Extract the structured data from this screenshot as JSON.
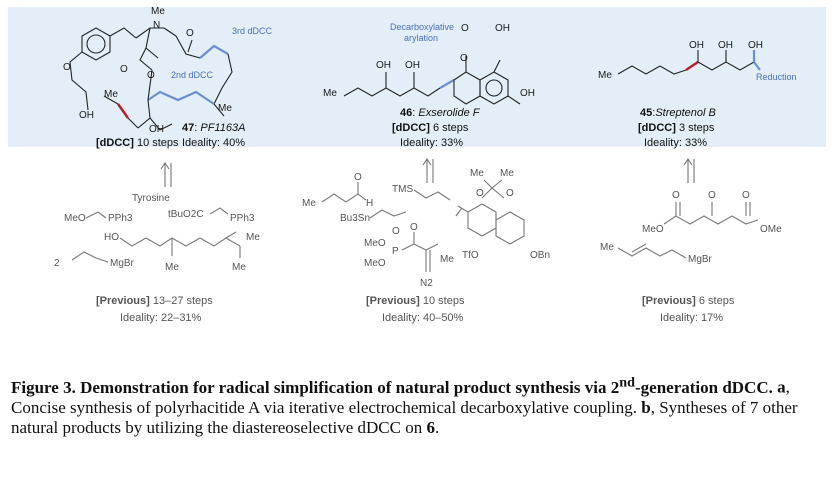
{
  "products": [
    {
      "number": "47",
      "name": "PF1163A",
      "steps_prefix": "[dDCC]",
      "steps_value": "10 steps",
      "ideality": "Ideality: 40%",
      "atoms": {
        "me_top": "Me",
        "n": "N",
        "o_amide": "O",
        "o_ring1": "O",
        "o_ring2": "O",
        "o_ether": "O",
        "oh_chain": "OH",
        "me_left": "Me",
        "oh_ring": "OH",
        "me_right": "Me",
        "dcc3": "3rd dDCC",
        "dcc2": "2nd dDCC"
      }
    },
    {
      "number": "46",
      "name": "Exserolide F",
      "steps_prefix": "[dDCC]",
      "steps_value": "6 steps",
      "ideality": "Ideality: 33%",
      "atoms": {
        "annotation_1": "Decarboxylative",
        "annotation_2": "arylation",
        "o_carbonyl": "O",
        "oh_top": "OH",
        "oh1": "OH",
        "oh2": "OH",
        "me": "Me",
        "o_ring": "O",
        "oh_right": "OH"
      }
    },
    {
      "number": "45",
      "name": "Streptenol B",
      "steps_prefix": "[dDCC]",
      "steps_value": "3 steps",
      "ideality": "Ideality: 33%",
      "atoms": {
        "oh1": "OH",
        "oh2": "OH",
        "oh3": "OH",
        "me": "Me",
        "reduction": "Reduction"
      }
    }
  ],
  "previous": [
    {
      "prefix": "[Previous]",
      "steps": "13–27 steps",
      "ideality": "Ideality: 22–31%",
      "reagents": {
        "tyrosine": "Tyrosine",
        "wittig1": "MeO",
        "pph3_1": "PPh3",
        "wittig2": "tBuO2C",
        "pph3_2": "PPh3",
        "ho": "HO",
        "me_a": "Me",
        "me_b": "Me",
        "me_c": "Me",
        "coeff": "2",
        "mgbr": "MgBr"
      }
    },
    {
      "prefix": "[Previous]",
      "steps": "10 steps",
      "ideality": "Ideality: 40–50%",
      "reagents": {
        "me_ald": "Me",
        "o_ald": "O",
        "h_ald": "H",
        "tms": "TMS",
        "bu3sn": "Bu3Sn",
        "meo1": "MeO",
        "p": "P",
        "o_p": "O",
        "meo2": "MeO",
        "o_k": "O",
        "me_k": "Me",
        "n2": "N2",
        "me_acetal1": "Me",
        "me_acetal2": "Me",
        "o_a1": "O",
        "o_a2": "O",
        "tfo": "TfO",
        "obn": "OBn"
      }
    },
    {
      "prefix": "[Previous]",
      "steps": "6 steps",
      "ideality": "Ideality: 17%",
      "reagents": {
        "o1": "O",
        "o2": "O",
        "o3": "O",
        "meo": "MeO",
        "ome": "OMe",
        "me": "Me",
        "mgbr": "MgBr"
      }
    }
  ],
  "caption": {
    "title_main": "Figure 3. Demonstration for radical simplification of natural product synthesis via 2",
    "title_sup": "nd",
    "title_end": "-generation dDCC.",
    "a_label": "a",
    "a_text": ", Concise synthesis of polyrhacitide A via iterative electrochemical decarboxylative coupling. ",
    "b_label": "b",
    "b_text": ", Syntheses of 7 other natural products by utilizing the diastereoselective dDCC on ",
    "b_ref": "6",
    "b_end": "."
  }
}
